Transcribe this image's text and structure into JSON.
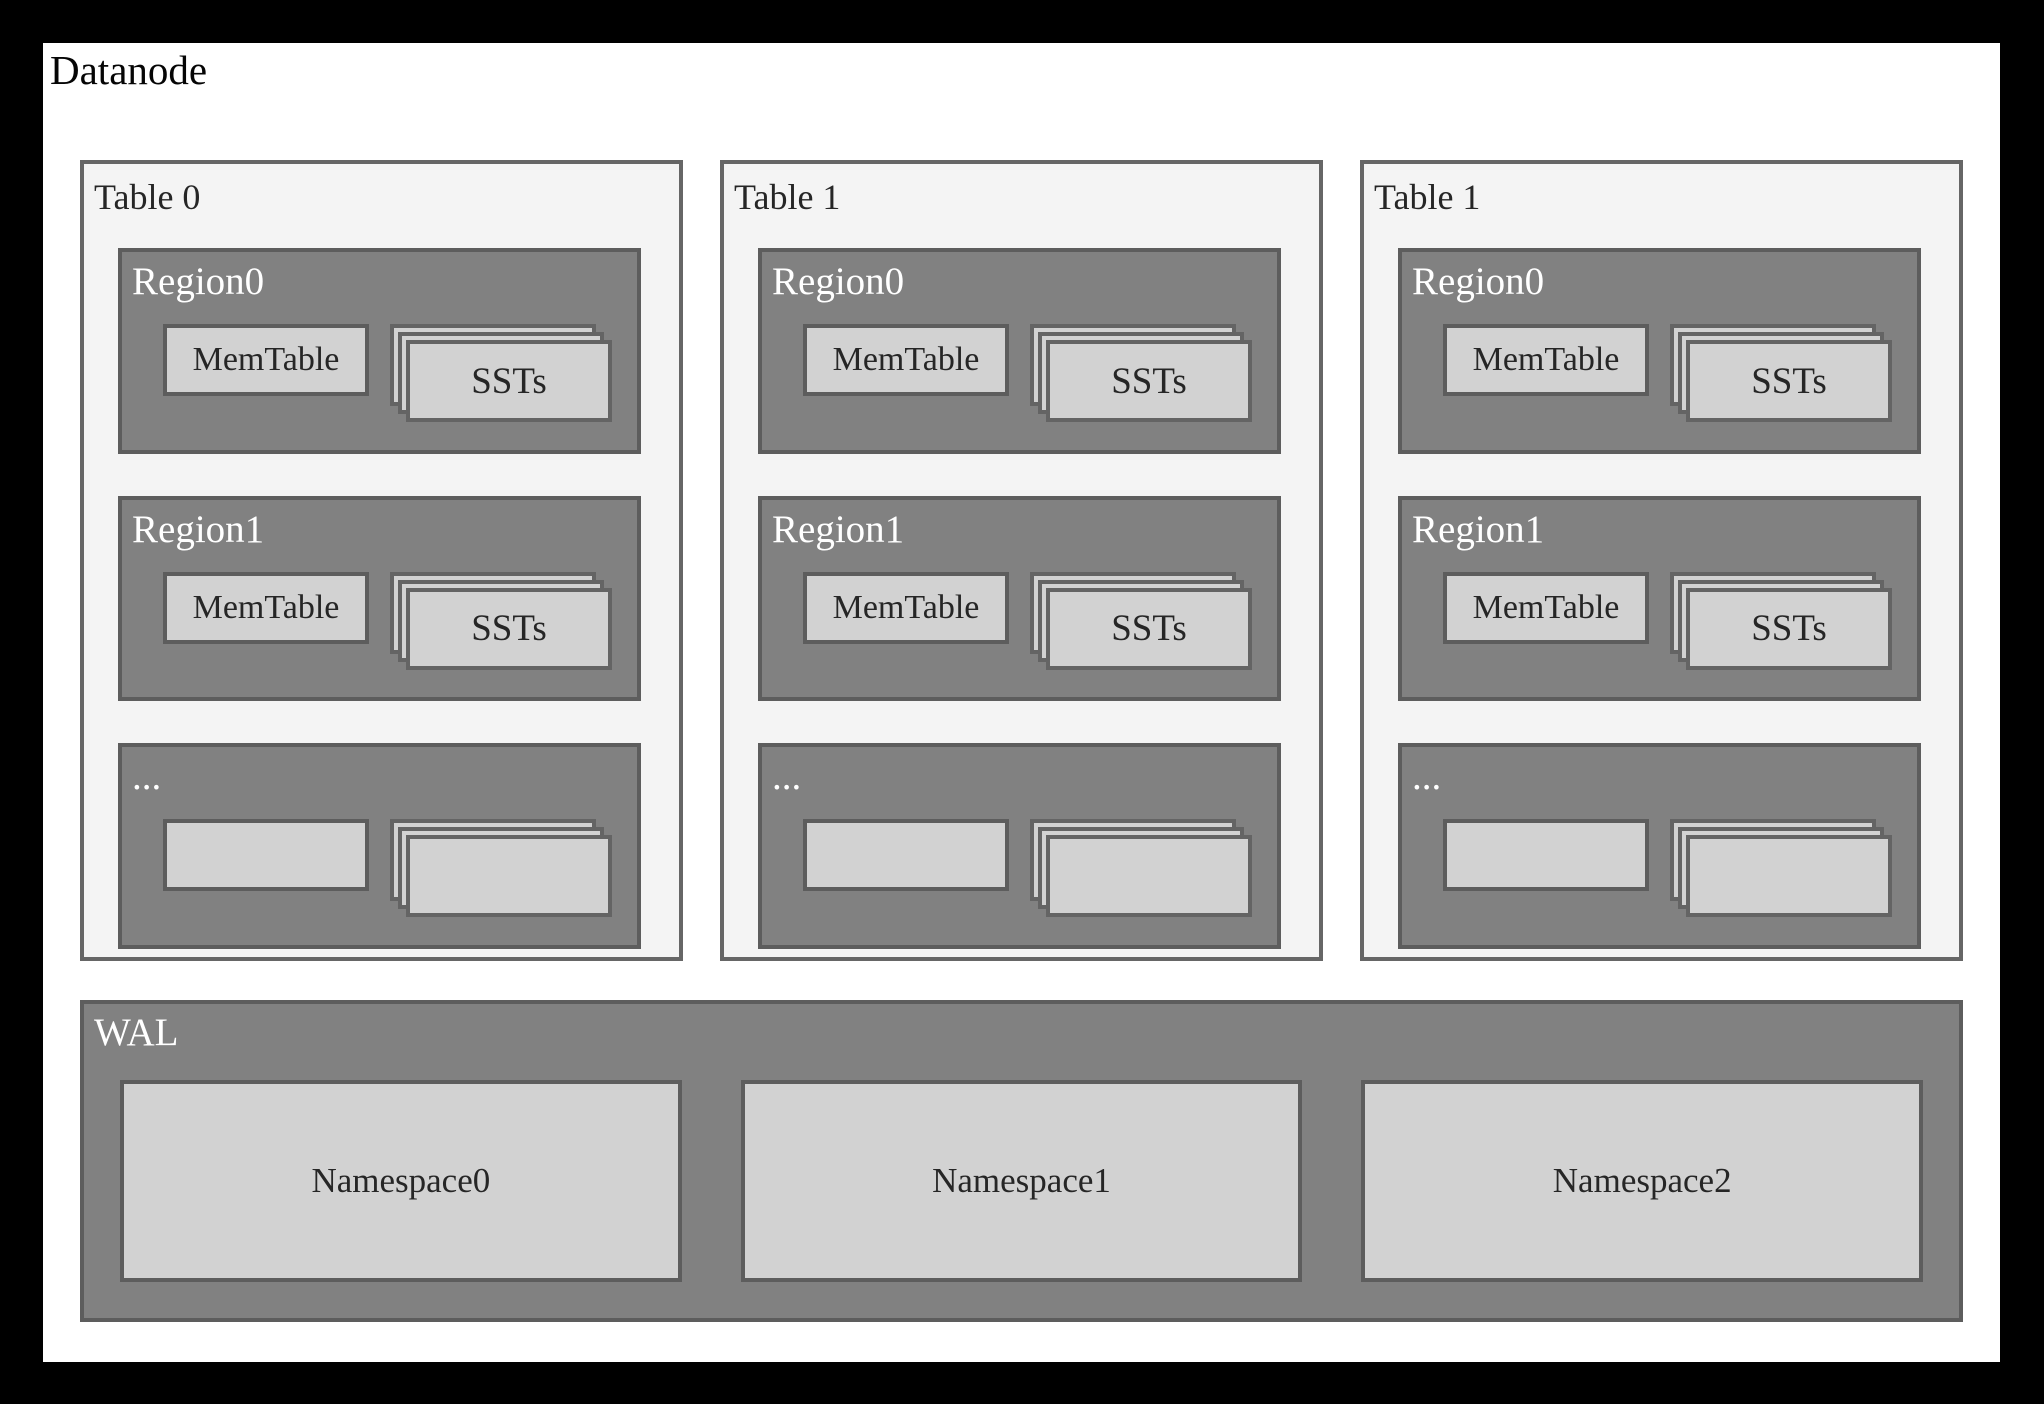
{
  "title": "Datanode",
  "colors": {
    "frame": "#000000",
    "canvas": "#ffffff",
    "table_fill": "#f4f4f4",
    "region_fill": "#818181",
    "light_box_fill": "#d2d2d2",
    "border": "#5d5d5d",
    "dark_text": "#262626",
    "light_text": "#ffffff"
  },
  "tables": [
    {
      "label": "Table 0",
      "regions": [
        {
          "label": "Region0",
          "memtable": "MemTable",
          "ssts": "SSTs"
        },
        {
          "label": "Region1",
          "memtable": "MemTable",
          "ssts": "SSTs"
        },
        {
          "label": "...",
          "memtable": "",
          "ssts": ""
        }
      ]
    },
    {
      "label": "Table 1",
      "regions": [
        {
          "label": "Region0",
          "memtable": "MemTable",
          "ssts": "SSTs"
        },
        {
          "label": "Region1",
          "memtable": "MemTable",
          "ssts": "SSTs"
        },
        {
          "label": "...",
          "memtable": "",
          "ssts": ""
        }
      ]
    },
    {
      "label": "Table 1",
      "regions": [
        {
          "label": "Region0",
          "memtable": "MemTable",
          "ssts": "SSTs"
        },
        {
          "label": "Region1",
          "memtable": "MemTable",
          "ssts": "SSTs"
        },
        {
          "label": "...",
          "memtable": "",
          "ssts": ""
        }
      ]
    }
  ],
  "wal": {
    "label": "WAL",
    "namespaces": [
      "Namespace0",
      "Namespace1",
      "Namespace2"
    ]
  }
}
